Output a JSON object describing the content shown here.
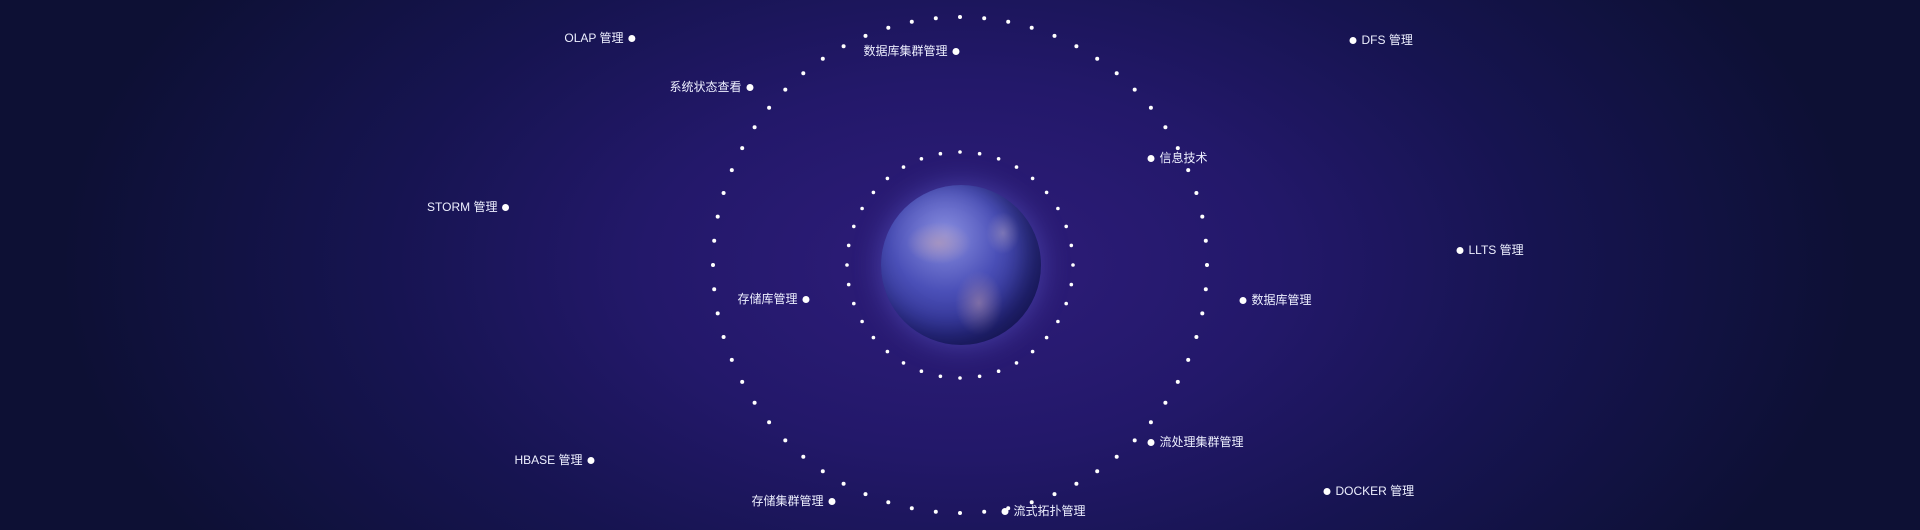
{
  "nodes": [
    {
      "id": "olap",
      "label": "OLAP 管理"
    },
    {
      "id": "db-cluster",
      "label": "数据库集群管理"
    },
    {
      "id": "dfs",
      "label": "DFS 管理"
    },
    {
      "id": "system-status",
      "label": "系统状态查看"
    },
    {
      "id": "info-tech",
      "label": "信息技术"
    },
    {
      "id": "storm",
      "label": "STORM 管理"
    },
    {
      "id": "llts",
      "label": "LLTS 管理"
    },
    {
      "id": "storage-lib",
      "label": "存储库管理"
    },
    {
      "id": "database",
      "label": "数据库管理"
    },
    {
      "id": "stream-cluster",
      "label": "流处理集群管理"
    },
    {
      "id": "hbase",
      "label": "HBASE 管理"
    },
    {
      "id": "docker",
      "label": "DOCKER 管理"
    },
    {
      "id": "storage-cluster",
      "label": "存储集群管理"
    },
    {
      "id": "stream-topology",
      "label": "流式拓扑管理"
    }
  ],
  "colors": {
    "background_center": "#2e1d7a",
    "background_edge": "#0d1034",
    "dot": "#ffffff",
    "label": "#eef0ff"
  }
}
